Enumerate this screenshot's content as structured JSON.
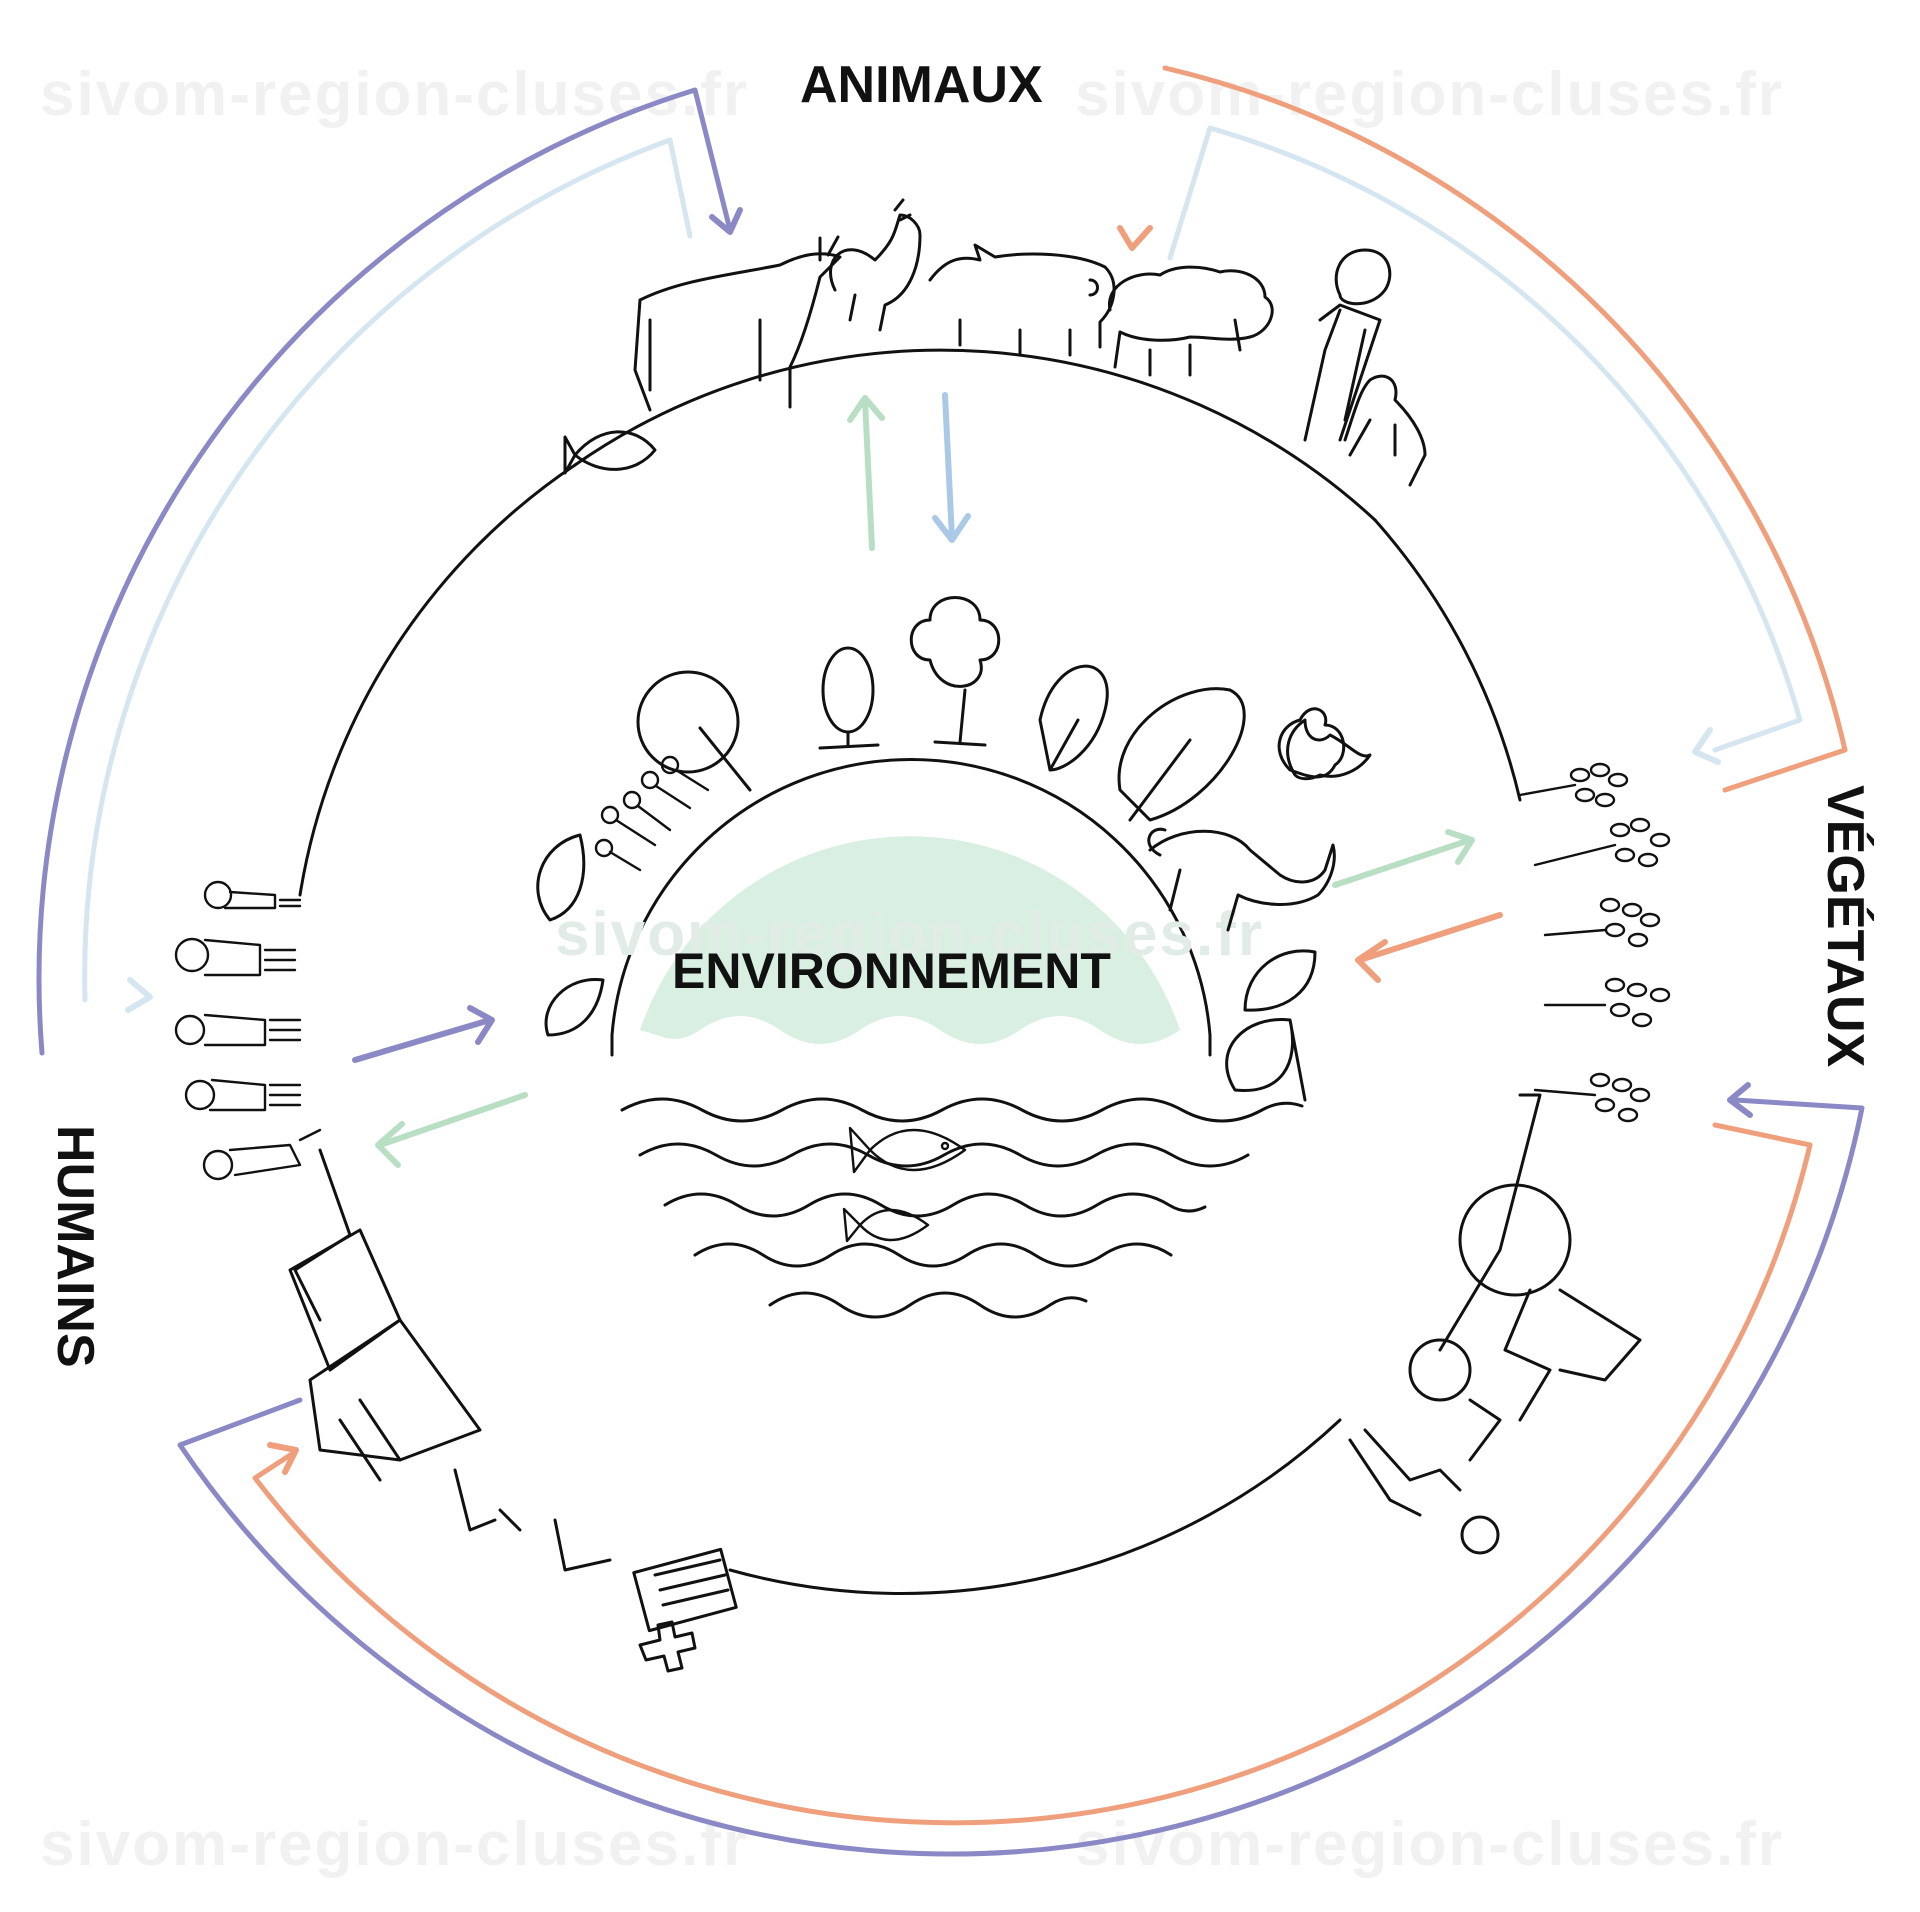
{
  "diagram": {
    "labels": {
      "animals": "ANIMAUX",
      "plants": "VÉGÉTAUX",
      "humans": "HUMAINS",
      "center": "ENVIRONNEMENT"
    },
    "watermark": "sivom-region-cluses.fr",
    "colors": {
      "purple": "#8b88c6",
      "light_blue": "#d6e6f0",
      "orange": "#ef9f7c",
      "green": "#b8dfc4",
      "blue_arrow": "#a9c9e6",
      "environment_fill": "#d8efe2",
      "ink": "#111111"
    }
  }
}
